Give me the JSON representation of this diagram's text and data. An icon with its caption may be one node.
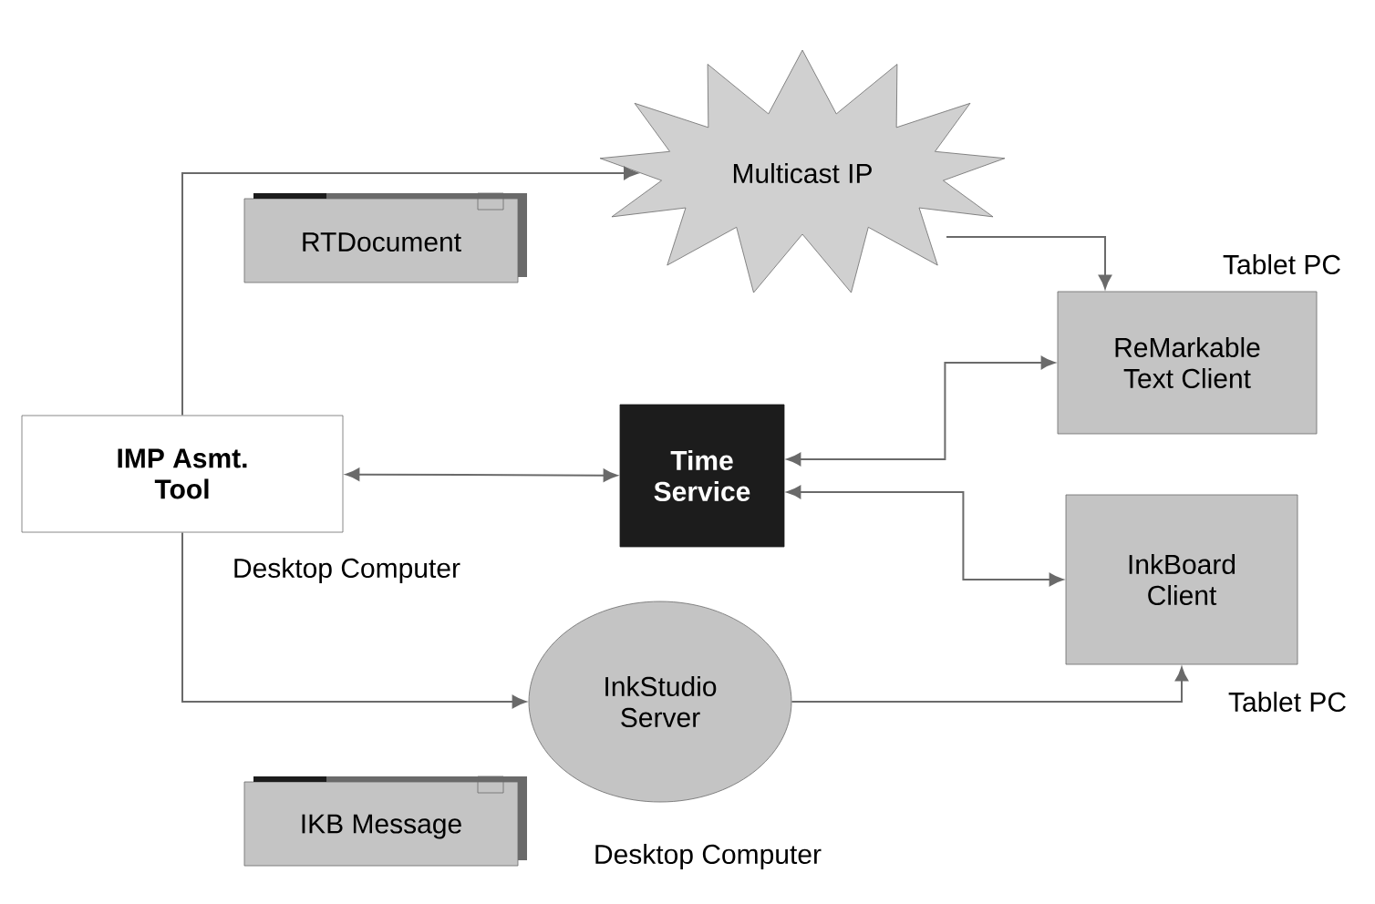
{
  "diagram": {
    "nodes": [
      {
        "text": [
          "Multicast IP"
        ]
      },
      {
        "text": [
          "RTDocument"
        ]
      },
      {
        "text": [
          "IMP Asmt. Tool"
        ],
        "beside": [
          "Desktop Computer"
        ]
      },
      {
        "text": [
          "Time Service"
        ]
      },
      {
        "text": [
          "ReMarkable Text Client"
        ],
        "beside": [
          "Tablet PC"
        ]
      },
      {
        "text": [
          "InkBoard Client"
        ],
        "beside": [
          "Tablet PC"
        ]
      },
      {
        "text": [
          "InkStudio Server"
        ],
        "beside": [
          "Desktop Computer"
        ]
      },
      {
        "text": [
          "IKB Message"
        ]
      }
    ],
    "edges": [
      {
        "from": 2,
        "to": 0,
        "arrow": "to"
      },
      {
        "from": 2,
        "to": 3,
        "arrow": "both"
      },
      {
        "from": 0,
        "to": 4,
        "arrow": "to"
      },
      {
        "from": 3,
        "to": 4,
        "arrow": "both"
      },
      {
        "from": 3,
        "to": 5,
        "arrow": "both"
      },
      {
        "from": 2,
        "to": 6,
        "arrow": "to"
      },
      {
        "from": 6,
        "to": 5,
        "arrow": "to"
      }
    ]
  }
}
